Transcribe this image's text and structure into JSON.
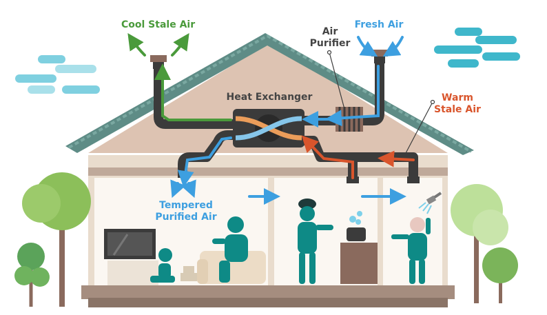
{
  "labels": {
    "cool_stale_air": "Cool Stale Air",
    "fresh_air": "Fresh Air",
    "air_purifier_line1": "Air",
    "air_purifier_line2": "Purifier",
    "heat_exchanger": "Heat Exchanger",
    "warm_stale_air_line1": "Warm",
    "warm_stale_air_line2": "Stale Air",
    "tempered_line1": "Tempered",
    "tempered_line2": "Purified Air"
  },
  "colors": {
    "cool_stale_air": "#4a9a3b",
    "fresh_air": "#3d9fe0",
    "warm_stale_air": "#d9552c",
    "tempered_air": "#3d9fe0",
    "dark_text": "#444444",
    "duct": "#3b3b3b",
    "roof": "#5e8c86",
    "wall": "#e9dccd",
    "people": "#0e8a86"
  }
}
